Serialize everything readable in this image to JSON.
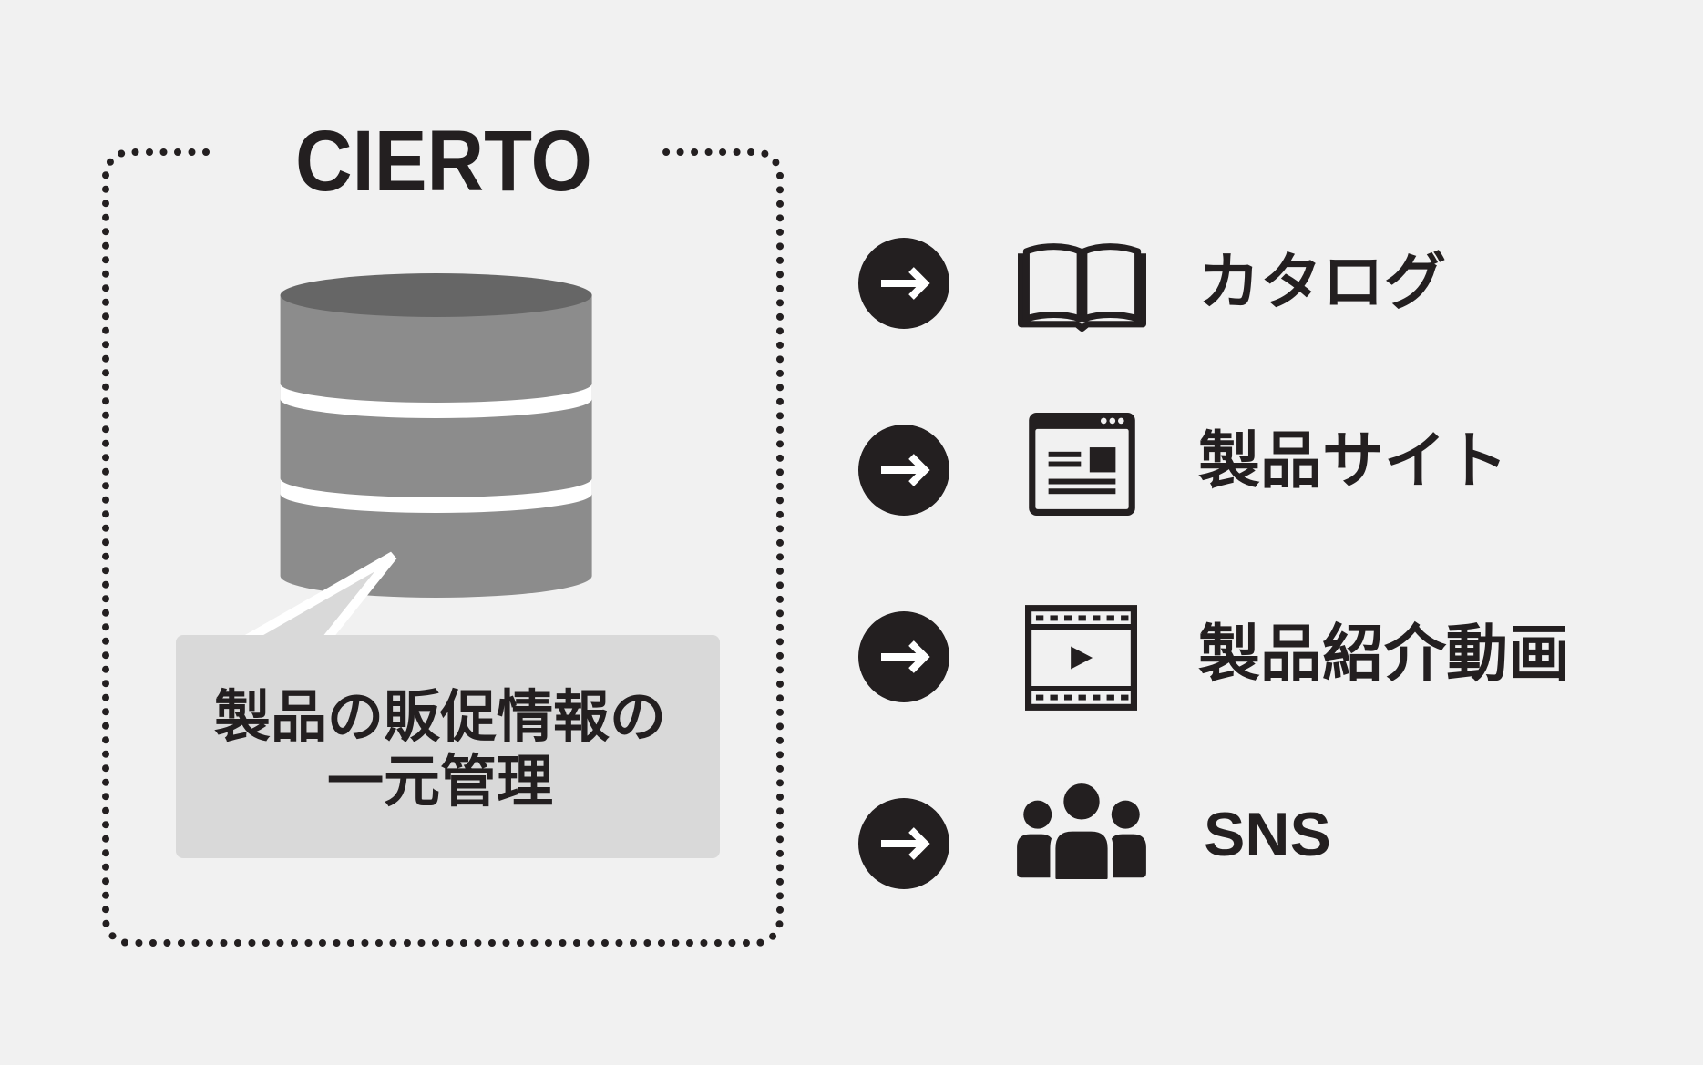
{
  "diagram": {
    "title": "CIERTO",
    "database_callout": {
      "icon": "database-icon",
      "lines": [
        "製品の販促情報の",
        "一元管理"
      ]
    },
    "outputs": [
      {
        "label": "カタログ",
        "icon": "book-icon",
        "connector_icon": "arrow-right-circle-icon"
      },
      {
        "label": "製品サイト",
        "icon": "browser-window-icon",
        "connector_icon": "arrow-right-circle-icon"
      },
      {
        "label": "製品紹介動画",
        "icon": "video-film-icon",
        "connector_icon": "arrow-right-circle-icon"
      },
      {
        "label": "SNS",
        "icon": "people-group-icon",
        "connector_icon": "arrow-right-circle-icon"
      }
    ]
  },
  "colors": {
    "background": "#f1f1f1",
    "ink": "#231f20",
    "database_top": "#666666",
    "database_body": "#8c8c8c",
    "database_bands": "#ffffff",
    "callout": "#d9d9d9"
  }
}
